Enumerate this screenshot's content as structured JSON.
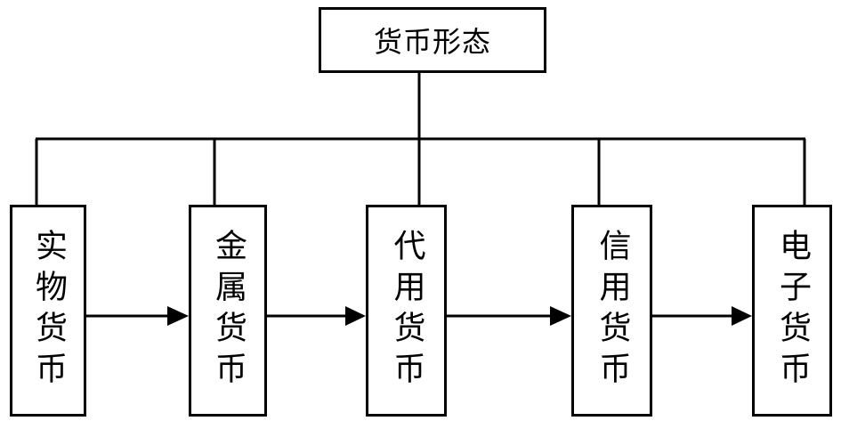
{
  "diagram": {
    "root": {
      "label": "货币形态"
    },
    "children": [
      {
        "label": "实物货币"
      },
      {
        "label": "金属货币"
      },
      {
        "label": "代用货币"
      },
      {
        "label": "信用货币"
      },
      {
        "label": "电子货币"
      }
    ],
    "line_color": "#000000",
    "box_fill": "#ffffff"
  }
}
